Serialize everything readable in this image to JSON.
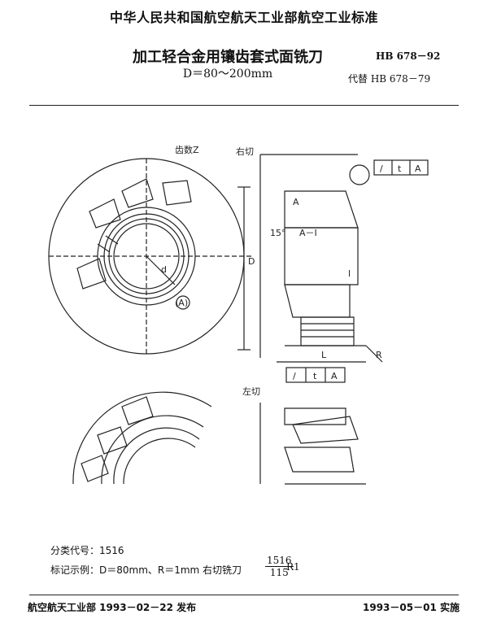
{
  "header": {
    "standard_org": "中华人民共和国航空航天工业部航空工业标准"
  },
  "title": {
    "main": "加工轻合金用镶齿套式面铣刀",
    "subtitle": "D＝80～200mm",
    "code": "HB 678－92",
    "replaces": "代替 HB 678－79"
  },
  "drawing": {
    "teeth_label": "齿数Z",
    "hand_right": "右切",
    "hand_left": "左切",
    "angle_15": "15°",
    "label_D": "D",
    "label_d": "d",
    "label_A": "A",
    "label_A_circle": "(A)",
    "label_A_section": "A－Ⅰ",
    "label_L": "L",
    "label_l": "l",
    "label_R": "R",
    "frame_top": [
      "/",
      "t",
      "A"
    ],
    "frame_bottom": [
      "/",
      "t",
      "A"
    ]
  },
  "notes": {
    "classification": "分类代号：1516",
    "example_prefix": "标记示例：D＝80mm、R＝1mm 右切铣刀",
    "example_num": "1516",
    "example_den": "115",
    "example_suffix": "R1"
  },
  "footer": {
    "issued": "航空航天工业部 1993－02－22 发布",
    "effective": "1993－05－01 实施"
  }
}
